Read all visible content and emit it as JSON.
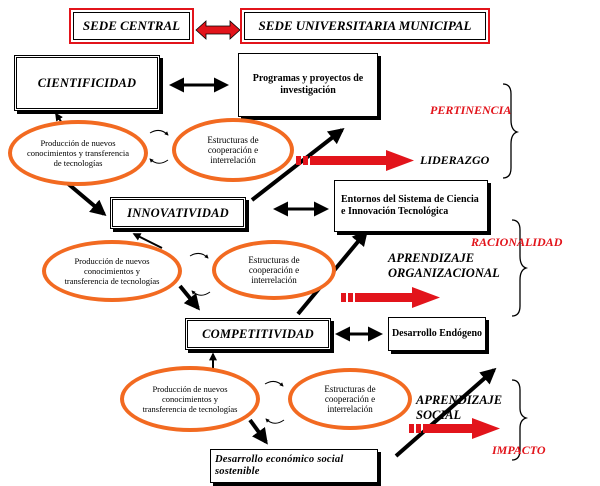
{
  "header": {
    "left": "SEDE CENTRAL",
    "right": "SEDE UNIVERSITARIA MUNICIPAL"
  },
  "stages": {
    "s1": {
      "title": "CIENTIFICIDAD",
      "target": "Programas y proyectos de investigación",
      "ellipse_left": "Producción de nuevos conocimientos y transferencia de tecnologías",
      "ellipse_right": "Estructuras de cooperación e interrelación"
    },
    "s2": {
      "title": "INNOVATIVIDAD",
      "target": "Entornos del Sistema de Ciencia e Innovación Tecnológica",
      "ellipse_left": "Producción de nuevos conocimientos y transferencia de tecnologías",
      "ellipse_right": "Estructuras de cooperación e interrelación"
    },
    "s3": {
      "title": "COMPETITIVIDAD",
      "target": "Desarrollo Endógeno",
      "ellipse_left": "Producción de nuevos conocimientos y transferencia de tecnologías",
      "ellipse_right": "Estructuras de cooperación e interrelación"
    },
    "final": "Desarrollo económico social sostenible"
  },
  "outcomes": {
    "liderazgo": "LIDERAZGO",
    "aprendizaje_org": "APRENDIZAJE ORGANIZACIONAL",
    "aprendizaje_social": "APRENDIZAJE SOCIAL"
  },
  "criteria": {
    "pertinencia": "PERTINENCIA",
    "racionalidad": "RACIONALIDAD",
    "impacto": "IMPACTO"
  },
  "colors": {
    "accent_red": "#e2141b",
    "ellipse_orange": "#f26a21"
  }
}
